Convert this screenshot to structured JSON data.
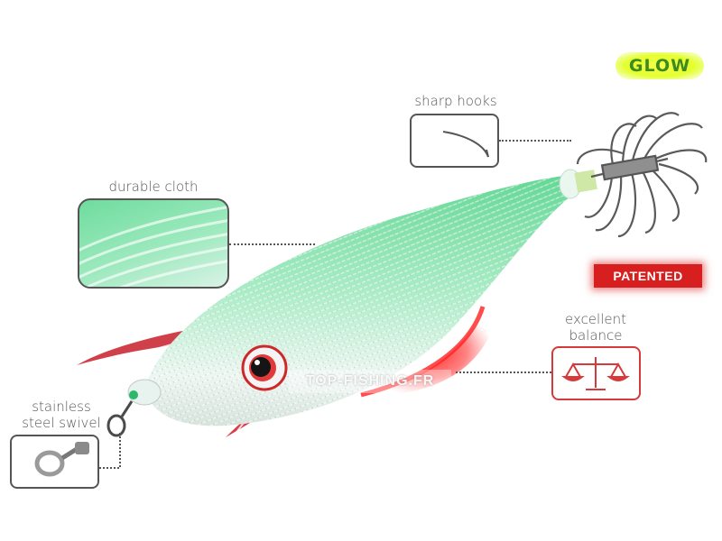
{
  "badges": {
    "glow": "GLOW",
    "patented": "PATENTED"
  },
  "watermark": "TOP-FISHING.FR",
  "callouts": {
    "sharp_hooks": "sharp hooks",
    "durable_cloth": "durable cloth",
    "excellent_balance_line1": "excellent",
    "excellent_balance_line2": "balance",
    "swivel_line1": "stainless",
    "swivel_line2": "steel swivel"
  },
  "icons": {
    "hook": "hook-icon",
    "cloth": "cloth-texture-icon",
    "scale": "balance-scale-icon",
    "swivel": "swivel-ring-icon"
  },
  "colors": {
    "body_green": "#7fe0a8",
    "body_white": "#e8f2ee",
    "accent_red": "#d81f1f",
    "glow_yellow": "#e6ff2f",
    "label_gray": "#555555"
  }
}
